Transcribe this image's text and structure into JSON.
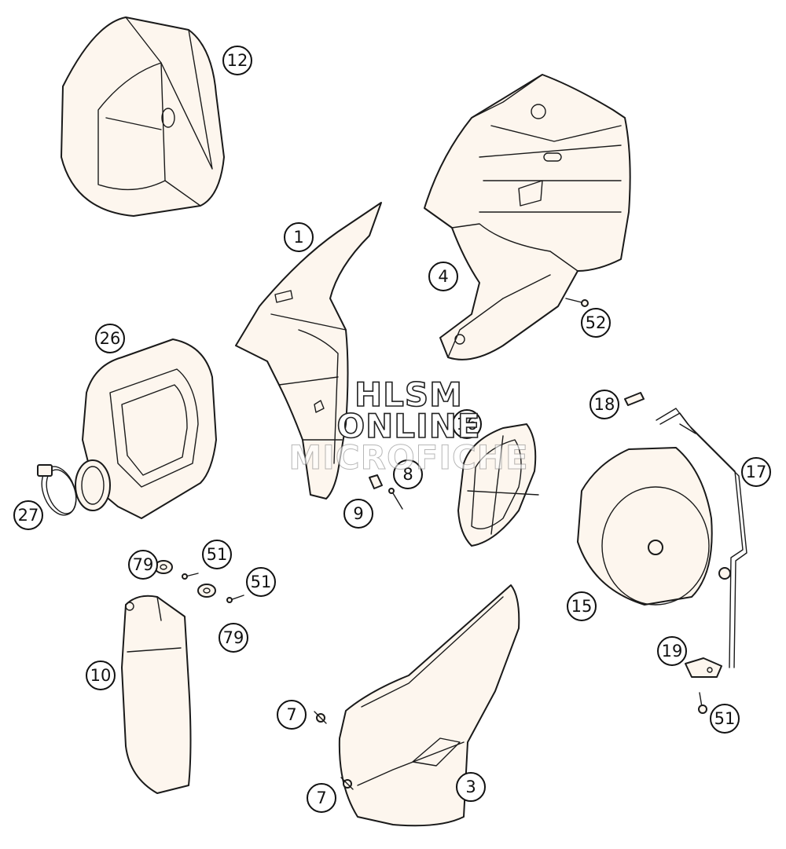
{
  "diagram": {
    "callouts": [
      {
        "id": "c12",
        "label": "12"
      },
      {
        "id": "c1",
        "label": "1"
      },
      {
        "id": "c4",
        "label": "4"
      },
      {
        "id": "c52",
        "label": "52"
      },
      {
        "id": "c26",
        "label": "26"
      },
      {
        "id": "c18",
        "label": "18"
      },
      {
        "id": "c16",
        "label": "16"
      },
      {
        "id": "c8",
        "label": "8"
      },
      {
        "id": "c17",
        "label": "17"
      },
      {
        "id": "c9",
        "label": "9"
      },
      {
        "id": "c27",
        "label": "27"
      },
      {
        "id": "c79a",
        "label": "79"
      },
      {
        "id": "c51a",
        "label": "51"
      },
      {
        "id": "c51b",
        "label": "51"
      },
      {
        "id": "c79b",
        "label": "79"
      },
      {
        "id": "c15",
        "label": "15"
      },
      {
        "id": "c10",
        "label": "10"
      },
      {
        "id": "c19",
        "label": "19"
      },
      {
        "id": "c7a",
        "label": "7"
      },
      {
        "id": "c51c",
        "label": "51"
      },
      {
        "id": "c3",
        "label": "3"
      },
      {
        "id": "c7b",
        "label": "7"
      }
    ]
  },
  "watermark": {
    "line1": "HLSM",
    "line2": "ONLINE",
    "line3": "MICROFICHE"
  }
}
